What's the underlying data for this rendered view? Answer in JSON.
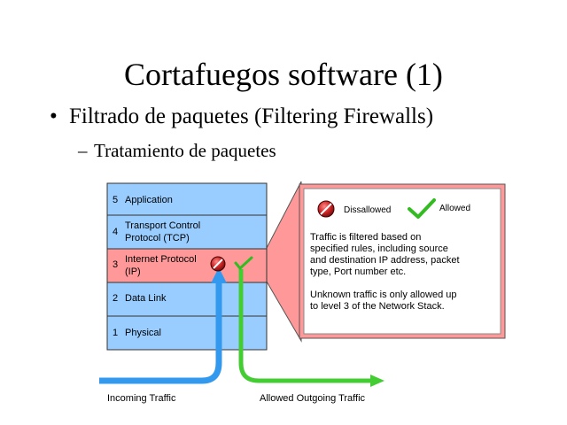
{
  "slide": {
    "title": "Cortafuegos software (1)",
    "bullet": "Filtrado de paquetes (Filtering Firewalls)",
    "subbullet": "Tratamiento de paquetes"
  },
  "stack": {
    "layers": [
      {
        "num": "5",
        "lines": [
          "Application"
        ]
      },
      {
        "num": "4",
        "lines": [
          "Transport Control",
          "Protocol (TCP)"
        ]
      },
      {
        "num": "3",
        "lines": [
          "Internet Protocol",
          "(IP)"
        ],
        "highlight": true
      },
      {
        "num": "2",
        "lines": [
          "Data Link"
        ]
      },
      {
        "num": "1",
        "lines": [
          "Physical"
        ]
      }
    ]
  },
  "callout": {
    "legend_disallowed": "Dissallowed",
    "legend_allowed": "Allowed",
    "para1": [
      "Traffic is filtered based on",
      "specified rules, including source",
      "and destination IP address, packet",
      "type, Port number etc."
    ],
    "para2": [
      "Unknown traffic is only allowed up",
      "to level 3 of the Network Stack."
    ]
  },
  "labels": {
    "incoming": "Incoming Traffic",
    "outgoing": "Allowed Outgoing Traffic"
  },
  "colors": {
    "layer_fill": "#99ccff",
    "ip_fill": "#ff9999",
    "callout_fill": "#ff9999",
    "incoming_arrow": "#3399ee",
    "outgoing_arrow": "#44cc33",
    "disallowed_red": "#cc2222",
    "allowed_green": "#33bb22"
  },
  "icons": {
    "disallowed": "no-entry-icon",
    "allowed": "check-icon"
  }
}
